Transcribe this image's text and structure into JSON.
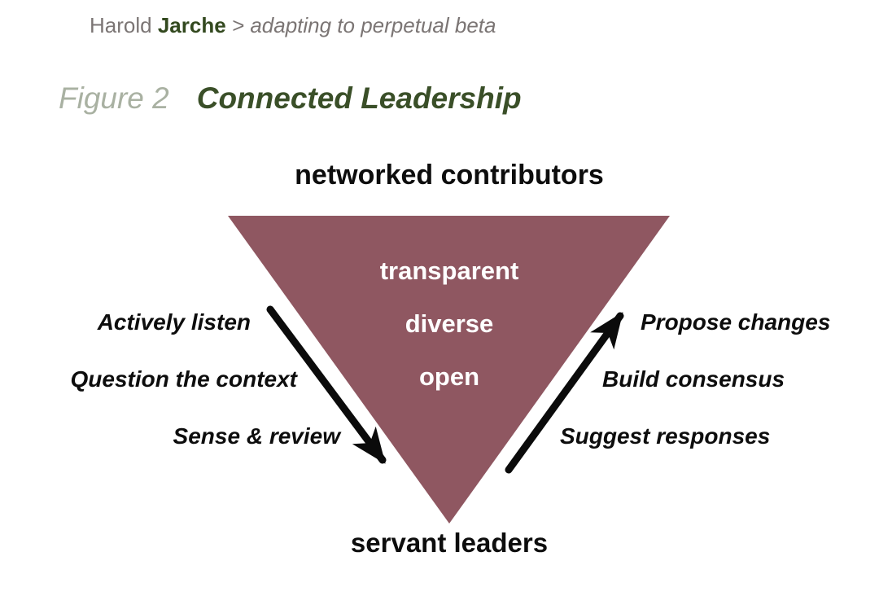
{
  "header": {
    "author_first": "Harold",
    "author_last": "Jarche",
    "separator": ">",
    "tagline": "adapting to perpetual beta"
  },
  "figure": {
    "label": "Figure 2",
    "title": "Connected Leadership"
  },
  "diagram": {
    "top_label": "networked contributors",
    "bottom_label": "servant leaders",
    "triangle_values": [
      "transparent",
      "diverse",
      "open"
    ],
    "left_steps": [
      "Actively listen",
      "Question the context",
      "Sense & review"
    ],
    "right_steps": [
      "Propose changes",
      "Build consensus",
      "Suggest responses"
    ],
    "colors": {
      "triangle": "#8f5761",
      "triangle_text": "#ffffff",
      "arrow": "#0b0b0b",
      "accent_green": "#3a4f28",
      "figure_label_gray_green": "#a9b1a2",
      "header_gray": "#7b7574",
      "text_black": "#0d0d0d"
    }
  }
}
